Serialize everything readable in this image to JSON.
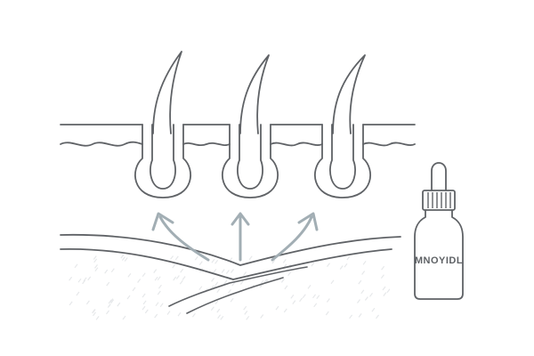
{
  "colors": {
    "line": "#5f6266",
    "arrow": "#a2aeb4",
    "background": "#ffffff",
    "speckle": "#e6e8ea"
  },
  "scene": {
    "follicle_count": 3,
    "arrow_count": 3,
    "arrow_directions": [
      "up-left",
      "up",
      "up-right"
    ]
  },
  "bottle": {
    "label": "MNOYIDL",
    "icon": "dropper-bottle-icon"
  }
}
